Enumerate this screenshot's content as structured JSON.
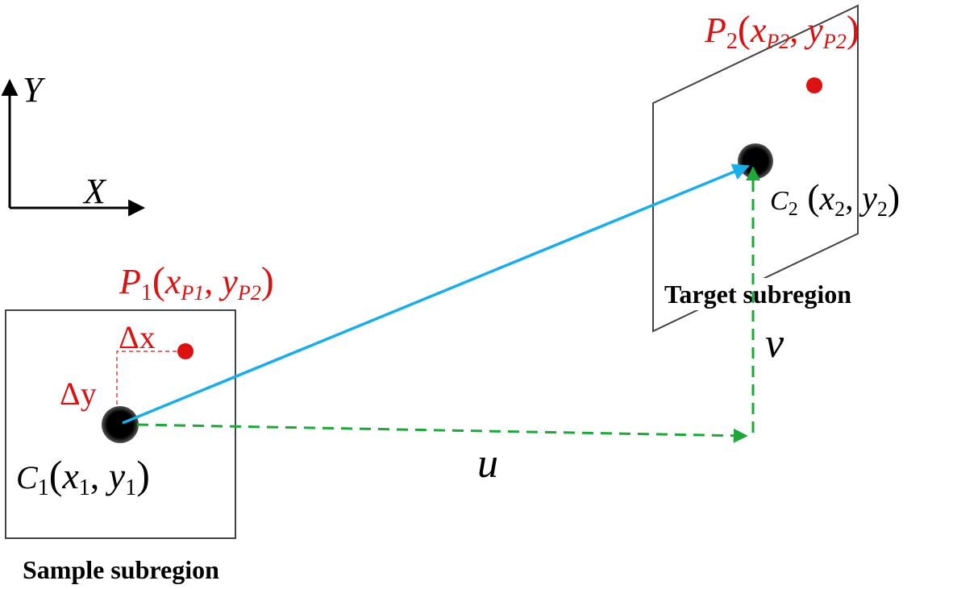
{
  "axes": {
    "x_label": "X",
    "y_label": "Y"
  },
  "sample": {
    "caption": "Sample subregion",
    "center": {
      "letter": "C",
      "sub": "1",
      "x": "x",
      "x_sub": "1",
      "y": "y",
      "y_sub": "1"
    },
    "point": {
      "letter": "P",
      "sub": "1",
      "x": "x",
      "x_sub": "P1",
      "y": "y",
      "y_sub": "P2"
    }
  },
  "target": {
    "caption": "Target subregion",
    "center": {
      "letter": "C",
      "sub": "2",
      "x": "x",
      "x_sub": "2",
      "y": "y",
      "y_sub": "2"
    },
    "point": {
      "letter": "P",
      "sub": "2",
      "x": "x",
      "x_sub": "P2",
      "y": "y",
      "y_sub": "P2"
    }
  },
  "offsets": {
    "dx": "Δx",
    "dy": "Δy"
  },
  "displacement": {
    "u": "u",
    "v": "v"
  },
  "colors": {
    "black": "#000000",
    "red": "#dd1111",
    "blue": "#1aaee8",
    "green": "#1fa83a",
    "frame": "#444444"
  }
}
